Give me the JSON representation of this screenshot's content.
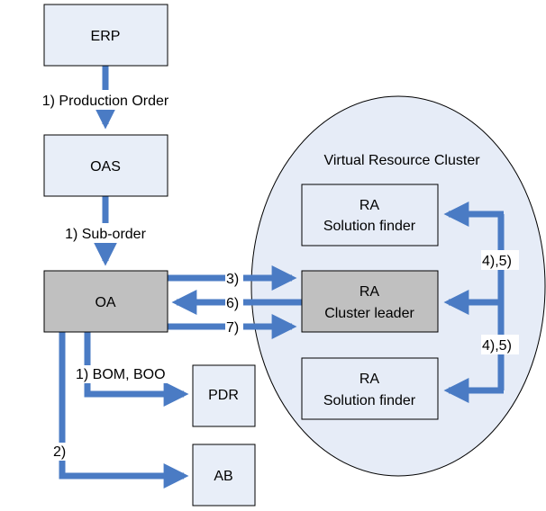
{
  "colors": {
    "arrow": "#4a7bc4",
    "box_light": "#e8eef8",
    "box_gray": "#c0c0c0",
    "cluster_fill": "#e6ecf7",
    "border": "#000000"
  },
  "cluster": {
    "title": "Virtual Resource Cluster"
  },
  "boxes": {
    "erp": {
      "label": "ERP"
    },
    "oas": {
      "label": "OAS"
    },
    "oa": {
      "label": "OA"
    },
    "pdr": {
      "label": "PDR"
    },
    "ab": {
      "label": "AB"
    },
    "ra_top": {
      "line1": "RA",
      "line2": "Solution finder"
    },
    "ra_leader": {
      "line1": "RA",
      "line2": "Cluster leader"
    },
    "ra_bottom": {
      "line1": "RA",
      "line2": "Solution finder"
    }
  },
  "arrows": {
    "erp_to_oas": "1) Production Order",
    "oas_to_oa": "1) Sub-order",
    "oa_to_pdr": "1) BOM, BOO",
    "oa_to_ab": "2)",
    "oa_to_leader_3": "3)",
    "leader_to_oa_6": "6)",
    "oa_to_leader_7": "7)",
    "leader_to_top": "4),5)",
    "leader_to_bottom": "4),5)"
  }
}
